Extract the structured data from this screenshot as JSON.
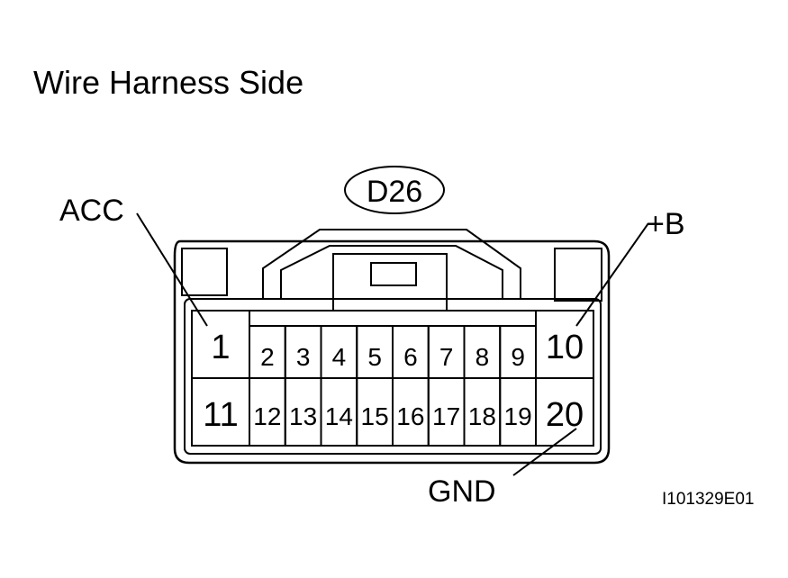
{
  "title": "Wire Harness Side",
  "connector_id": "D26",
  "callouts": {
    "acc": "ACC",
    "plus_b": "+B",
    "gnd": "GND"
  },
  "figure_code": "I101329E01",
  "pins": {
    "top": [
      "1",
      "2",
      "3",
      "4",
      "5",
      "6",
      "7",
      "8",
      "9",
      "10"
    ],
    "bottom": [
      "11",
      "12",
      "13",
      "14",
      "15",
      "16",
      "17",
      "18",
      "19",
      "20"
    ]
  }
}
